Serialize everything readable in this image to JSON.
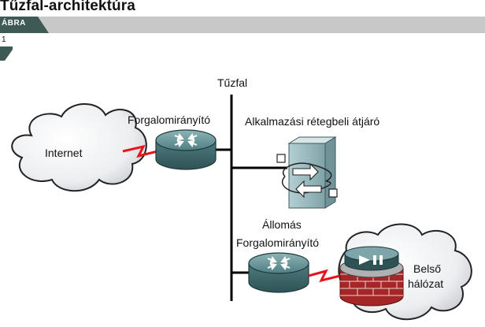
{
  "header": {
    "title": "Tűzfal-architektúra",
    "tab_label": "ÁBRA",
    "page_number": "1"
  },
  "diagram": {
    "firewall_label": "Tűzfal",
    "internet_label": "Internet",
    "router_top_label": "Forgalomirányító",
    "gateway_label": "Alkalmazási rétegbeli átjáró",
    "host_label": "Állomás",
    "router_bottom_label": "Forgalomirányító",
    "internal_net_label_line1": "Belső",
    "internal_net_label_line2": "hálózat"
  },
  "colors": {
    "tab_gray": "#c8c8c8",
    "tab_dark": "#3d5a55",
    "router_teal": "#5f8f93",
    "link_red": "#e8141c",
    "brick_red": "#a52626"
  }
}
